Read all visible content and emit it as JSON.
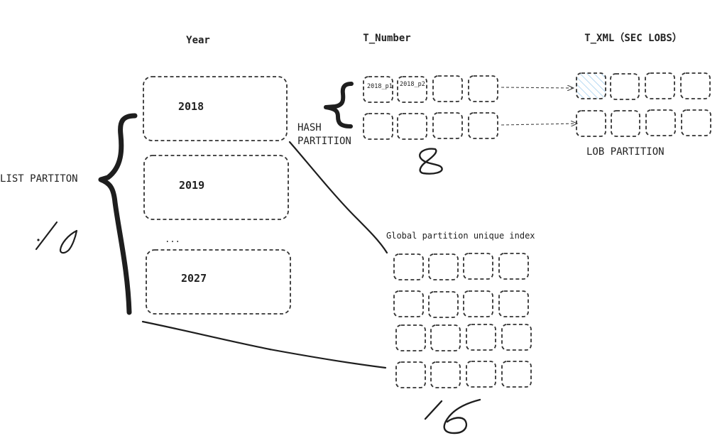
{
  "headers": {
    "year": "Year",
    "t_number": "T_Number",
    "t_xml": "T_XML（SEC LOBS）"
  },
  "years": [
    "2018",
    "2019",
    "2027"
  ],
  "years_ellipsis": "...",
  "labels": {
    "list_partition": "LIST PARTITON",
    "hash_partition_line1": "HASH",
    "hash_partition_line2": "PARTITION",
    "lob_partition": "LOB PARTITION",
    "global_index": "Global partition unique index"
  },
  "t_number_cells": [
    "2018_p1",
    "2018_p2",
    "",
    "",
    "",
    "",
    "",
    ""
  ],
  "lob_cells": [
    "highlighted",
    "",
    "",
    "",
    "",
    "",
    "",
    ""
  ],
  "index_cells_count": 16,
  "handwritten": {
    "list_count": "10",
    "hash_count": "8",
    "index_count": "16"
  },
  "colors": {
    "ink": "#1e1e1e",
    "dash": "#333333",
    "hatch": "#a5d0f0"
  }
}
